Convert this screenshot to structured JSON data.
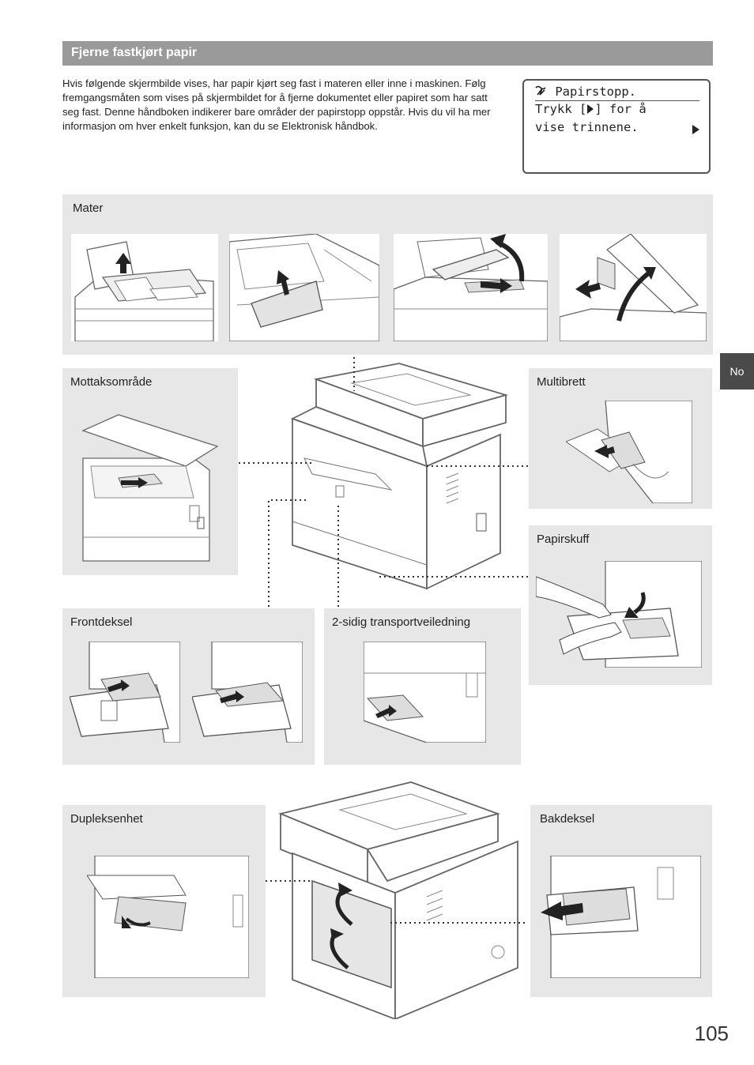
{
  "header": {
    "title": "Fjerne fastkjørt papir"
  },
  "intro": "Hvis følgende skjermbilde vises, har papir kjørt seg fast i materen eller inne i maskinen. Følg fremgangsmåten som vises på skjermbildet for å fjerne dokumentet eller papiret som har satt seg fast. Denne håndboken indikerer bare områder der papirstopp oppstår. Hvis du vil ha mer informasjon om hver enkelt funksjon, kan du se Elektronisk håndbok.",
  "lcd": {
    "line1": "Papirstopp.",
    "line2_a": "Trykk [",
    "line2_b": "] for å",
    "line3": "vise trinnene."
  },
  "side_tab": "No",
  "panels": {
    "mater": "Mater",
    "mottak": "Mottaksområde",
    "multibrett": "Multibrett",
    "papirskuff": "Papirskuff",
    "frontdeksel": "Frontdeksel",
    "transport": "2-sidig transportveiledning",
    "dupleks": "Dupleksenhet",
    "bakdeksel": "Bakdeksel"
  },
  "page_number": "105",
  "colors": {
    "title_bar": "#9a9a9a",
    "panel_bg": "#e7e7e7",
    "side_tab": "#4a4a4a"
  },
  "icons": [
    "paper-jam-icon",
    "right-triangle-icon"
  ]
}
